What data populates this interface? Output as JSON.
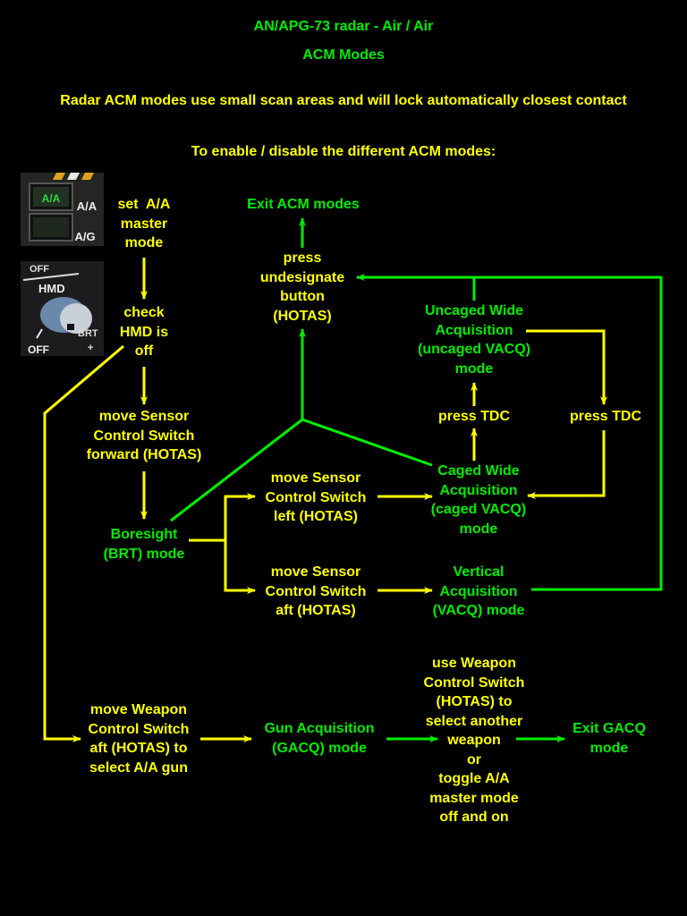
{
  "header": {
    "title": "AN/APG-73 radar - Air / Air",
    "subtitle": "ACM Modes",
    "description": "Radar ACM modes use small scan areas and will lock automatically closest contact",
    "instruction": "To enable / disable the different ACM modes:"
  },
  "colors": {
    "background": "#000000",
    "mode": "#00ee00",
    "action": "#ffff00"
  },
  "photos": {
    "master_mode_panel": {
      "icon": "master-mode-buttons",
      "lit_button": "A/A",
      "side_labels": [
        "A/A",
        "A/G"
      ]
    },
    "hmd_knob": {
      "icon": "hmd-brightness-knob",
      "labels": [
        "OFF",
        "HMD",
        "OFF",
        "BRT",
        "+"
      ]
    }
  },
  "nodes": {
    "set_aa": "set  A/A\nmaster\nmode",
    "check_hmd": "check\nHMD is\noff",
    "move_scs_forward": "move Sensor\nControl Switch\nforward (HOTAS)",
    "boresight": "Boresight\n(BRT) mode",
    "move_scs_left": "move Sensor\nControl Switch\nleft (HOTAS)",
    "move_scs_aft": "move Sensor\nControl Switch\naft (HOTAS)",
    "caged_wide": "Caged Wide\nAcquisition\n(caged VACQ)\nmode",
    "uncaged_wide": "Uncaged Wide\nAcquisition\n(uncaged VACQ)\nmode",
    "vertical_acq": "Vertical\nAcquisition\n(VACQ) mode",
    "press_tdc_left": "press TDC",
    "press_tdc_right": "press TDC",
    "press_undesignate": "press\nundesignate\nbutton\n(HOTAS)",
    "exit_acm": "Exit ACM modes",
    "move_wcs_aft": "move Weapon\nControl Switch\naft (HOTAS) to\nselect A/A gun",
    "gun_acq": "Gun Acquisition\n(GACQ) mode",
    "use_wcs": "use Weapon\nControl Switch\n(HOTAS) to\nselect another\nweapon\nor\ntoggle A/A\nmaster mode\noff and on",
    "exit_gacq": "Exit GACQ\nmode"
  }
}
